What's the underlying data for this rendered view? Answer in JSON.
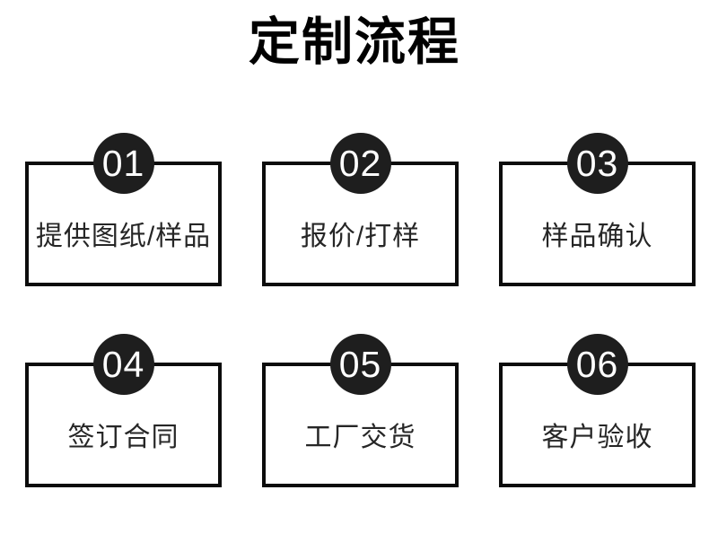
{
  "page": {
    "title": "定制流程"
  },
  "colors": {
    "background": "#ffffff",
    "box_border": "#0c0c0c",
    "badge_background": "#1e1e1e",
    "badge_number_text": "#ffffff",
    "label_text": "#262626",
    "title_text": "#000000"
  },
  "steps": [
    {
      "number": "01",
      "label": "提供图纸/样品"
    },
    {
      "number": "02",
      "label": "报价/打样"
    },
    {
      "number": "03",
      "label": "样品确认"
    },
    {
      "number": "04",
      "label": "签订合同"
    },
    {
      "number": "05",
      "label": "工厂交货"
    },
    {
      "number": "06",
      "label": "客户验收"
    }
  ]
}
